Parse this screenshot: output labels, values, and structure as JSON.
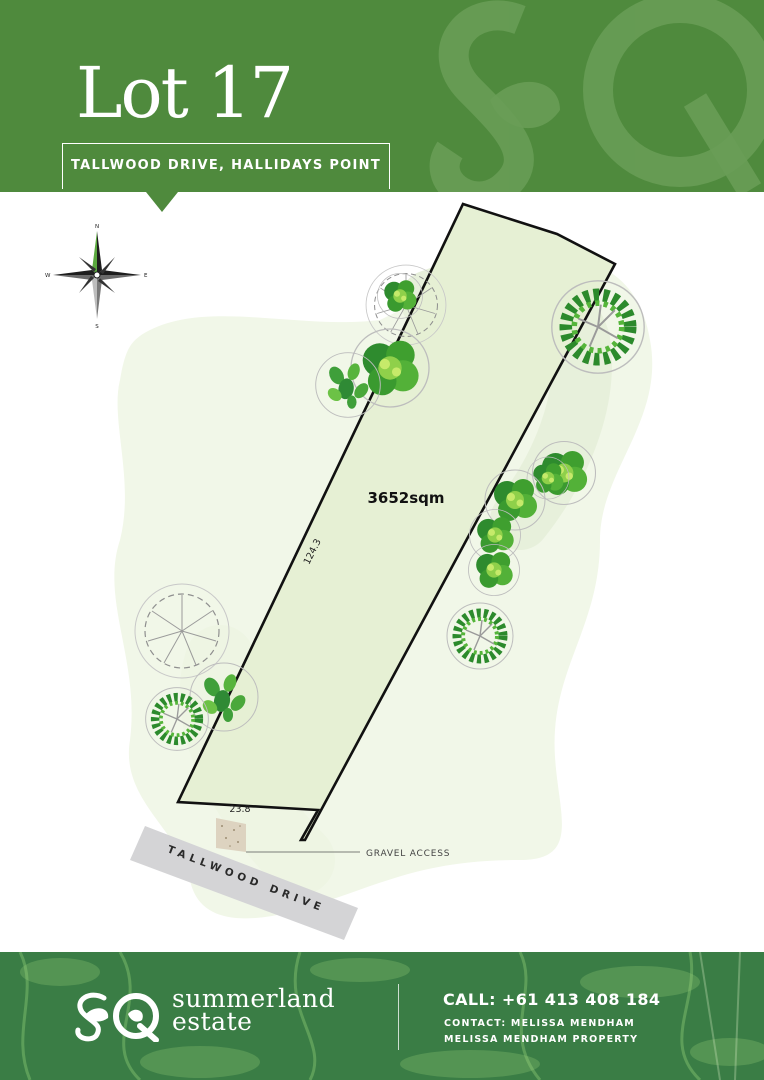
{
  "header": {
    "title": "Lot 17",
    "address": "TALLWOOD DRIVE, HALLIDAYS POINT",
    "background_color": "#4f8a3d"
  },
  "compass": {
    "north": "N",
    "south": "S",
    "east": "E",
    "west": "W"
  },
  "plan": {
    "area": "3652sqm",
    "side_length": "124.3",
    "frontage": "23.8",
    "road": "TALLWOOD DRIVE",
    "access_label": "GRAVEL ACCESS",
    "lot_fill_color": "#e6f0d4",
    "surround_fill_color": "#f1f7e8"
  },
  "footer": {
    "brand_line1": "summerland",
    "brand_line2": "estate",
    "call": "CALL: +61 413 408 184",
    "contact": "CONTACT: MELISSA MENDHAM",
    "agency": "MELISSA MENDHAM PROPERTY",
    "logo_icon": "sq-monogram-icon"
  }
}
